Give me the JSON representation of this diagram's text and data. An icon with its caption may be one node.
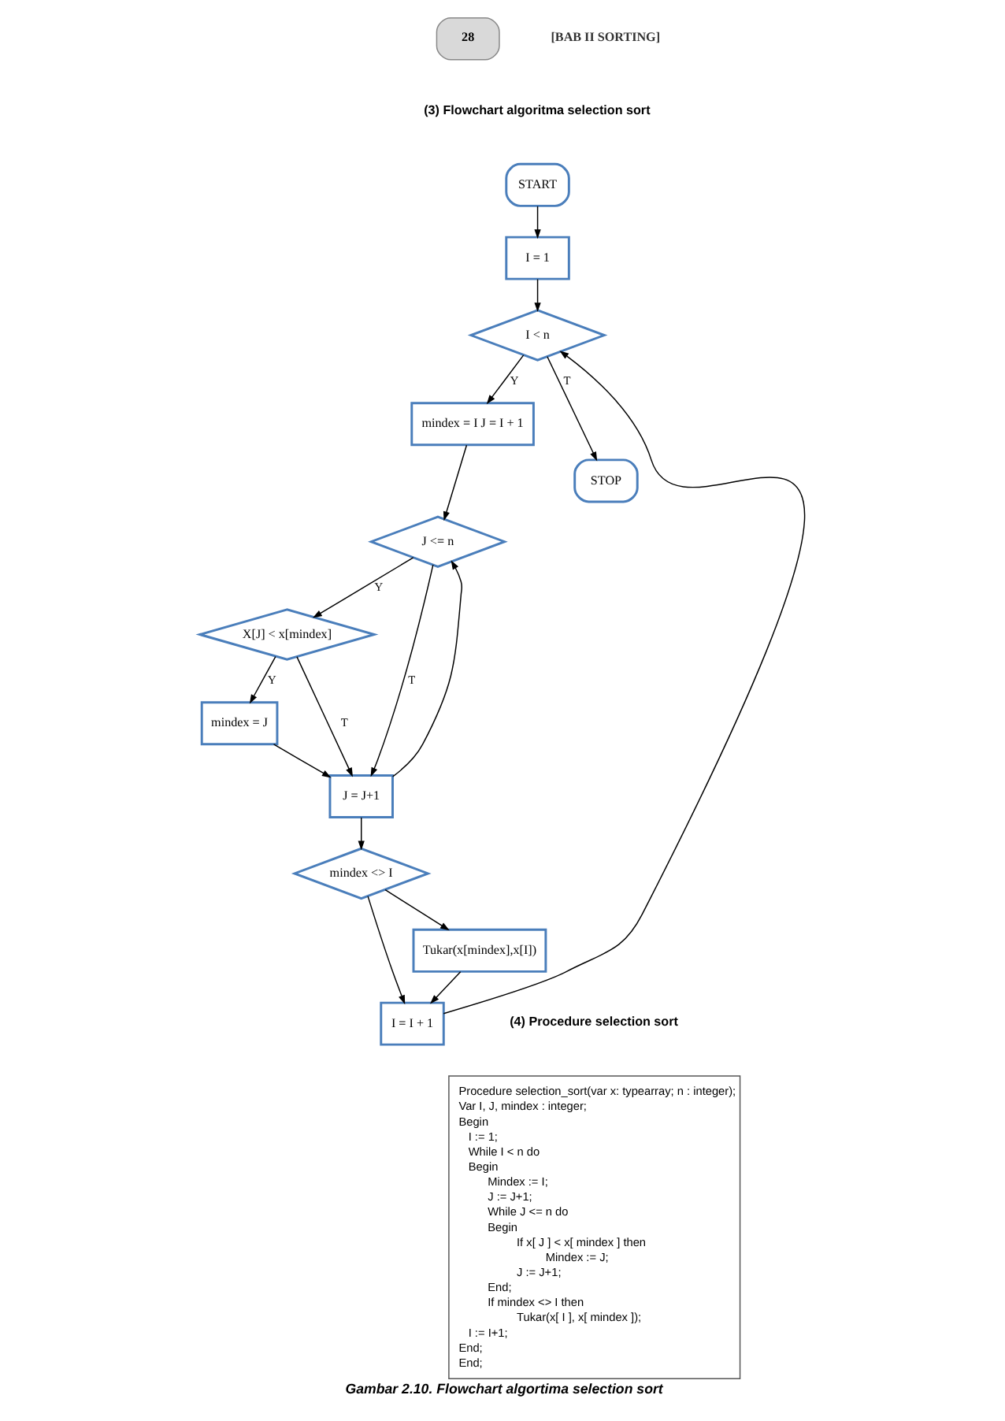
{
  "diagram": {
    "caption": "Gambar 2.10. Flowchart algortima selection sort",
    "nodes": [
      {
        "text": [
          "START"
        ]
      },
      {
        "text": [
          "I = 1"
        ]
      },
      {
        "text": [
          "I < n"
        ]
      },
      {
        "text": [
          "mindex = I J = I + 1"
        ]
      },
      {
        "text": [
          "J <= n"
        ]
      },
      {
        "text": [
          "X[J] < x[mindex]"
        ]
      },
      {
        "text": [
          "mindex = J"
        ]
      },
      {
        "text": [
          "J = J+1"
        ]
      },
      {
        "text": [
          "mindex <> I"
        ]
      },
      {
        "text": [
          "I = I + 1"
        ]
      },
      {
        "text": [
          "STOP"
        ]
      },
      {
        "text": [
          "Tukar(x[mindex],x[I])"
        ]
      }
    ],
    "edges": [
      {
        "from": 0,
        "to": 1,
        "arrow": "to"
      },
      {
        "from": 1,
        "to": 2,
        "arrow": "to"
      },
      {
        "from": 2,
        "to": 3,
        "arrow": "to",
        "label": "Y"
      },
      {
        "from": 2,
        "to": 10,
        "arrow": "to",
        "label": "T"
      },
      {
        "from": 3,
        "to": 4,
        "arrow": "to"
      },
      {
        "from": 4,
        "to": 5,
        "arrow": "to",
        "label": "Y"
      },
      {
        "from": 4,
        "to": 7,
        "arrow": "to",
        "label": "T"
      },
      {
        "from": 5,
        "to": 6,
        "arrow": "to",
        "label": "Y"
      },
      {
        "from": 5,
        "to": 7,
        "arrow": "to",
        "label": "T"
      },
      {
        "from": 6,
        "to": 7,
        "arrow": "to"
      },
      {
        "from": 7,
        "to": 4,
        "arrow": "to"
      },
      {
        "from": 7,
        "to": 8,
        "arrow": "to"
      },
      {
        "from": 8,
        "to": 9,
        "arrow": "to"
      },
      {
        "from": 8,
        "to": 11,
        "arrow": "to"
      },
      {
        "from": 11,
        "to": 9,
        "arrow": "to"
      },
      {
        "from": 9,
        "to": 2,
        "arrow": "to"
      }
    ],
    "labels": [
      "28",
      "[BAB II SORTING]",
      "(3) Flowchart algoritma selection sort",
      "(4) Procedure selection sort",
      "Procedure selection_sort(var x: typearray; n : integer);",
      "Var I, J, mindex : integer;",
      "Begin",
      "I := 1;",
      "While I < n do",
      "Begin",
      "Mindex := I;",
      "J := J+1;",
      "While J <= n do",
      "Begin",
      "If x[ J ] < x[ mindex ] then",
      "Mindex := J;",
      "J := J+1;",
      "End;",
      "If mindex <> I then",
      "Tukar(x[ I ], x[ mindex ]);",
      "I := I+1;",
      "End;",
      "End;"
    ]
  }
}
